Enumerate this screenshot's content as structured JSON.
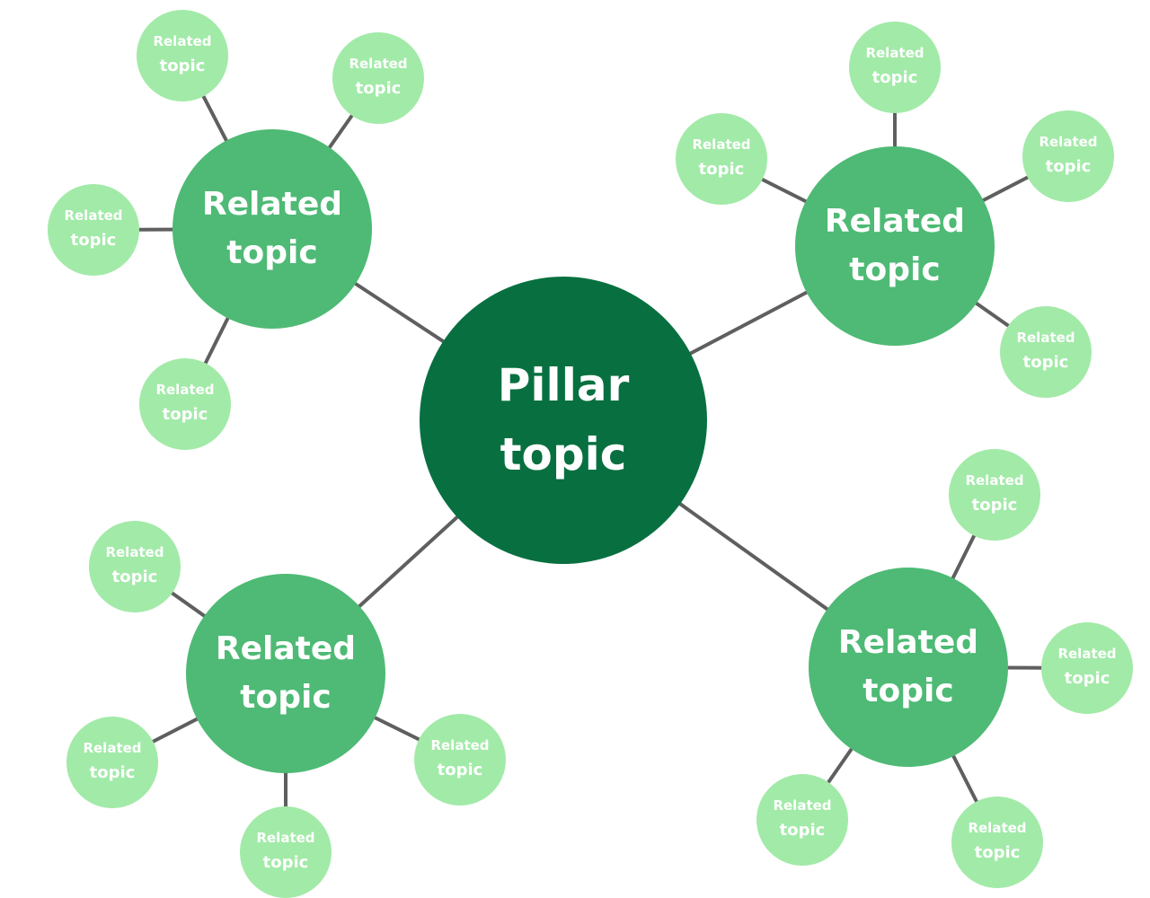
{
  "colors": {
    "pillar": "#087040",
    "cluster": "#4eba75",
    "leaf": "#a2eaa8",
    "line": "#5f5f5f",
    "text": "#ffffff"
  },
  "pillar": {
    "line1": "Pillar",
    "line2": "topic"
  },
  "clusters": [
    {
      "line1": "Related",
      "line2": "topic",
      "leaves": [
        {
          "line1": "Related",
          "line2": "topic"
        },
        {
          "line1": "Related",
          "line2": "topic"
        },
        {
          "line1": "Related",
          "line2": "topic"
        },
        {
          "line1": "Related",
          "line2": "topic"
        }
      ]
    },
    {
      "line1": "Related",
      "line2": "topic",
      "leaves": [
        {
          "line1": "Related",
          "line2": "topic"
        },
        {
          "line1": "Related",
          "line2": "topic"
        },
        {
          "line1": "Related",
          "line2": "topic"
        },
        {
          "line1": "Related",
          "line2": "topic"
        }
      ]
    },
    {
      "line1": "Related",
      "line2": "topic",
      "leaves": [
        {
          "line1": "Related",
          "line2": "topic"
        },
        {
          "line1": "Related",
          "line2": "topic"
        },
        {
          "line1": "Related",
          "line2": "topic"
        },
        {
          "line1": "Related",
          "line2": "topic"
        }
      ]
    },
    {
      "line1": "Related",
      "line2": "topic",
      "leaves": [
        {
          "line1": "Related",
          "line2": "topic"
        },
        {
          "line1": "Related",
          "line2": "topic"
        },
        {
          "line1": "Related",
          "line2": "topic"
        },
        {
          "line1": "Related",
          "line2": "topic"
        }
      ]
    }
  ]
}
